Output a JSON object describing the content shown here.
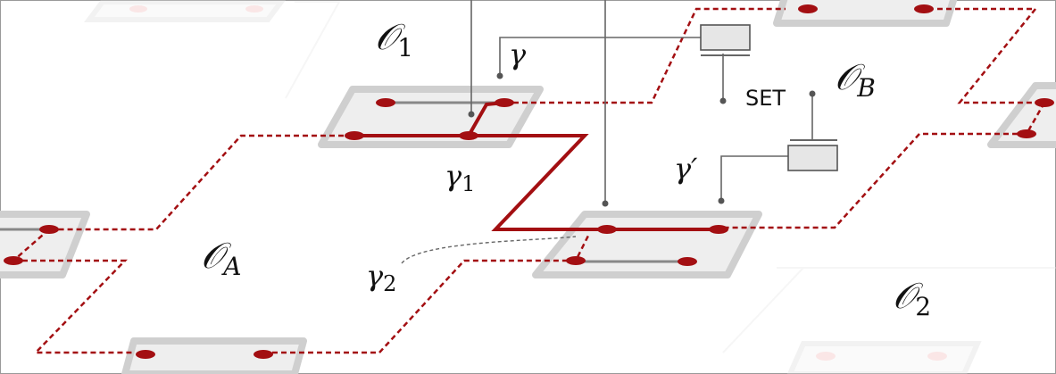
{
  "labels": {
    "O1_main": "𝒪",
    "O1_sub": "1",
    "OB_main": "𝒪",
    "OB_sub": "B",
    "OA_main": "𝒪",
    "OA_sub": "A",
    "O2_main": "𝒪",
    "O2_sub": "2",
    "gamma": "γ",
    "gamma1_main": "γ",
    "gamma1_sub": "1",
    "gamma2_main": "γ",
    "gamma2_sub": "2",
    "gammaprime": "γ′",
    "set": "SET"
  },
  "colors": {
    "dark_red": "#a30f12",
    "plate_gray": "#cfcfcf",
    "plate_inner": "#eeeeee",
    "wire_gray": "#666666",
    "faded_red": "#f1b9b9"
  }
}
